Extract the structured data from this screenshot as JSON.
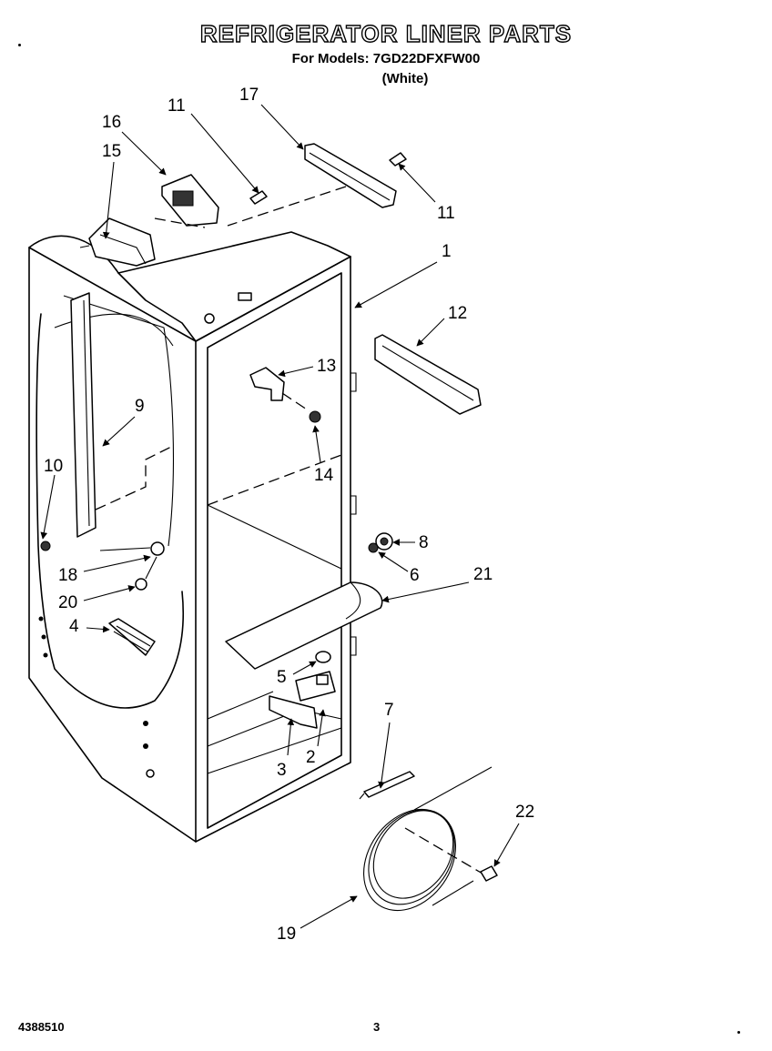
{
  "header": {
    "title": "REFRIGERATOR LINER PARTS",
    "models_line": "For Models: 7GD22DFXFW00",
    "color_line": "(White)"
  },
  "footer": {
    "doc_number": "4388510",
    "page_number": "3"
  },
  "callouts": [
    {
      "id": "c1",
      "label": "1"
    },
    {
      "id": "c2",
      "label": "2"
    },
    {
      "id": "c3",
      "label": "3"
    },
    {
      "id": "c4",
      "label": "4"
    },
    {
      "id": "c5",
      "label": "5"
    },
    {
      "id": "c6",
      "label": "6"
    },
    {
      "id": "c7",
      "label": "7"
    },
    {
      "id": "c8",
      "label": "8"
    },
    {
      "id": "c9",
      "label": "9"
    },
    {
      "id": "c10",
      "label": "10"
    },
    {
      "id": "c11a",
      "label": "11"
    },
    {
      "id": "c11b",
      "label": "11"
    },
    {
      "id": "c12",
      "label": "12"
    },
    {
      "id": "c13",
      "label": "13"
    },
    {
      "id": "c14",
      "label": "14"
    },
    {
      "id": "c15",
      "label": "15"
    },
    {
      "id": "c16",
      "label": "16"
    },
    {
      "id": "c17",
      "label": "17"
    },
    {
      "id": "c18",
      "label": "18"
    },
    {
      "id": "c19",
      "label": "19"
    },
    {
      "id": "c20",
      "label": "20"
    },
    {
      "id": "c21",
      "label": "21"
    },
    {
      "id": "c22",
      "label": "22"
    }
  ]
}
